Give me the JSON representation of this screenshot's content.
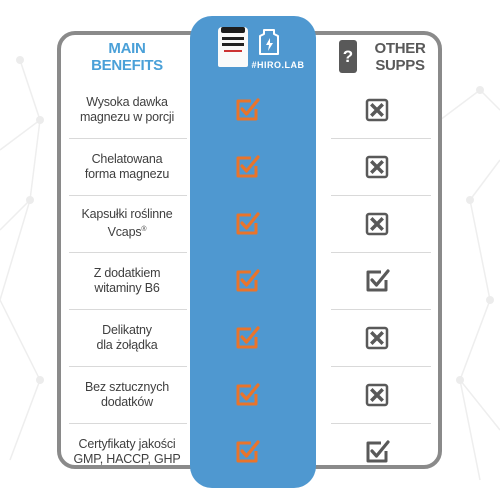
{
  "header": {
    "benefits_line1": "MAIN",
    "benefits_line2": "BENEFITS",
    "other_line1": "OTHER",
    "other_line2": "SUPPS",
    "question_mark": "?",
    "brand_name": "#HIRO.LAB"
  },
  "colors": {
    "brand_column": "#4f98d0",
    "check_orange": "#e9742b",
    "other_gray": "#595959",
    "border_gray": "#8a8a8a",
    "header_blue": "#4aa0d8"
  },
  "rows": [
    {
      "line1": "Wysoka dawka",
      "line2": "magnezu w porcji",
      "sup": "",
      "brand": "check",
      "other": "cross"
    },
    {
      "line1": "Chelatowana",
      "line2": "forma magnezu",
      "sup": "",
      "brand": "check",
      "other": "cross"
    },
    {
      "line1": "Kapsułki roślinne",
      "line2": "Vcaps",
      "sup": "®",
      "brand": "check",
      "other": "cross"
    },
    {
      "line1": "Z dodatkiem",
      "line2": "witaminy B6",
      "sup": "",
      "brand": "check",
      "other": "check"
    },
    {
      "line1": "Delikatny",
      "line2": "dla żołądka",
      "sup": "",
      "brand": "check",
      "other": "cross"
    },
    {
      "line1": "Bez sztucznych",
      "line2": "dodatków",
      "sup": "",
      "brand": "check",
      "other": "cross"
    },
    {
      "line1": "Certyfikaty jakości",
      "line2": "GMP, HACCP, GHP",
      "sup": "",
      "brand": "check",
      "other": "check"
    }
  ]
}
